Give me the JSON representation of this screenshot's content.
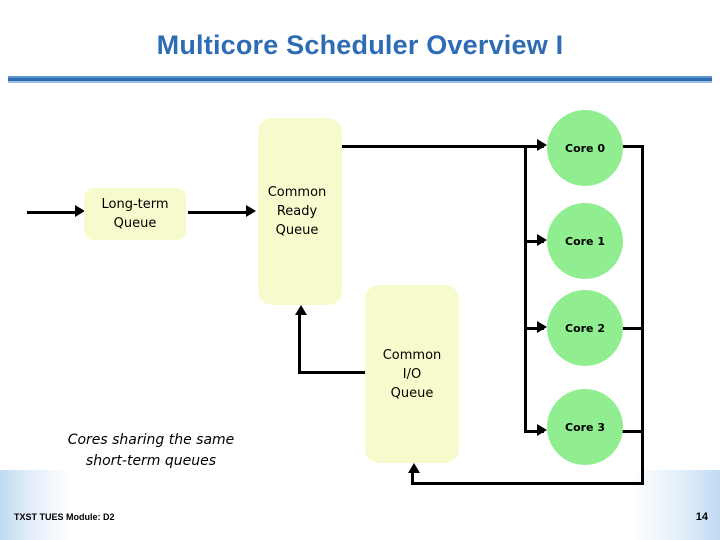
{
  "slide": {
    "title": "Multicore Scheduler Overview I",
    "title_color": "#2E6DB4",
    "divider_color": "#2E6DB4",
    "background": "#FFFFFF"
  },
  "diagram": {
    "box_fill": "#F7FACD",
    "core_fill": "#90EE90",
    "connector_color": "#000000",
    "boxes": [
      {
        "id": "long-term-queue",
        "label": "Long-term\nQueue",
        "line1": "Long-term",
        "line2": "Queue"
      },
      {
        "id": "common-ready-queue",
        "label": "Common Ready Queue",
        "line1": "Common",
        "line2": "Ready",
        "line3": "Queue"
      },
      {
        "id": "common-io-queue",
        "label": "Common I/O Queue",
        "line1": "Common",
        "line2": "I/O",
        "line3": "Queue"
      }
    ],
    "cores": [
      {
        "id": "core-0",
        "label": "Core 0"
      },
      {
        "id": "core-1",
        "label": "Core 1"
      },
      {
        "id": "core-2",
        "label": "Core 2"
      },
      {
        "id": "core-3",
        "label": "Core 3"
      }
    ],
    "caption": {
      "line1": "Cores sharing the same",
      "line2": "short-term queues"
    }
  },
  "footer": {
    "left": "TXST TUES Module: D2",
    "page_number": "14"
  }
}
